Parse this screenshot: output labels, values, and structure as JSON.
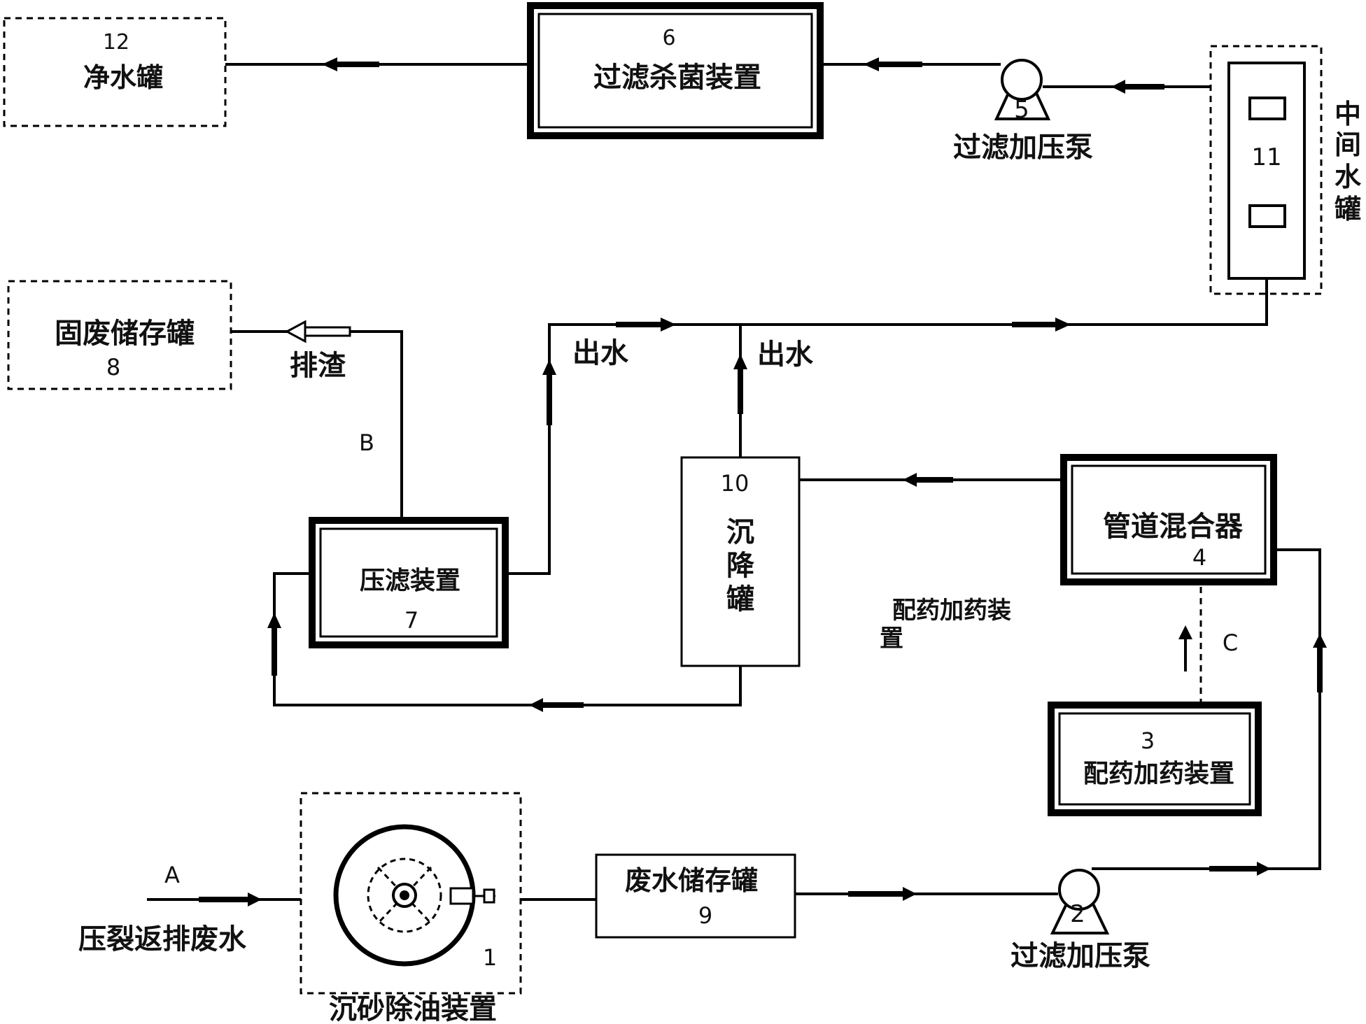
{
  "units": {
    "u12": {
      "num": "12",
      "name": "净水罐"
    },
    "u6": {
      "num": "6",
      "name": "过滤杀菌装置"
    },
    "u5": {
      "num": "5",
      "name": "过滤加压泵"
    },
    "u11": {
      "num": "11",
      "name": [
        "中",
        "间",
        "水",
        "罐"
      ]
    },
    "u8": {
      "num": "8",
      "name": "固废储存罐"
    },
    "u7": {
      "num": "7",
      "name": "压滤装置"
    },
    "u10": {
      "num": "10",
      "name": [
        "沉",
        "降",
        "罐"
      ]
    },
    "u4": {
      "num": "4",
      "name": "管道混合器"
    },
    "u3": {
      "num": "3",
      "name": "配药加药装置"
    },
    "u9": {
      "num": "9",
      "name": "废水储存罐"
    },
    "u2": {
      "num": "2",
      "name": "过滤加压泵"
    },
    "u1": {
      "num": "1",
      "name": "沉砂除油装置"
    }
  },
  "labels": {
    "discharge_slag": "排渣",
    "outlet_water_1": "出水",
    "outlet_water_2": "出水",
    "point_a": "A",
    "point_b": "B",
    "point_c": "C",
    "inflow": "压裂返排废水",
    "dosing_label": "配药加药装",
    "dosing_label_cont": "置"
  }
}
